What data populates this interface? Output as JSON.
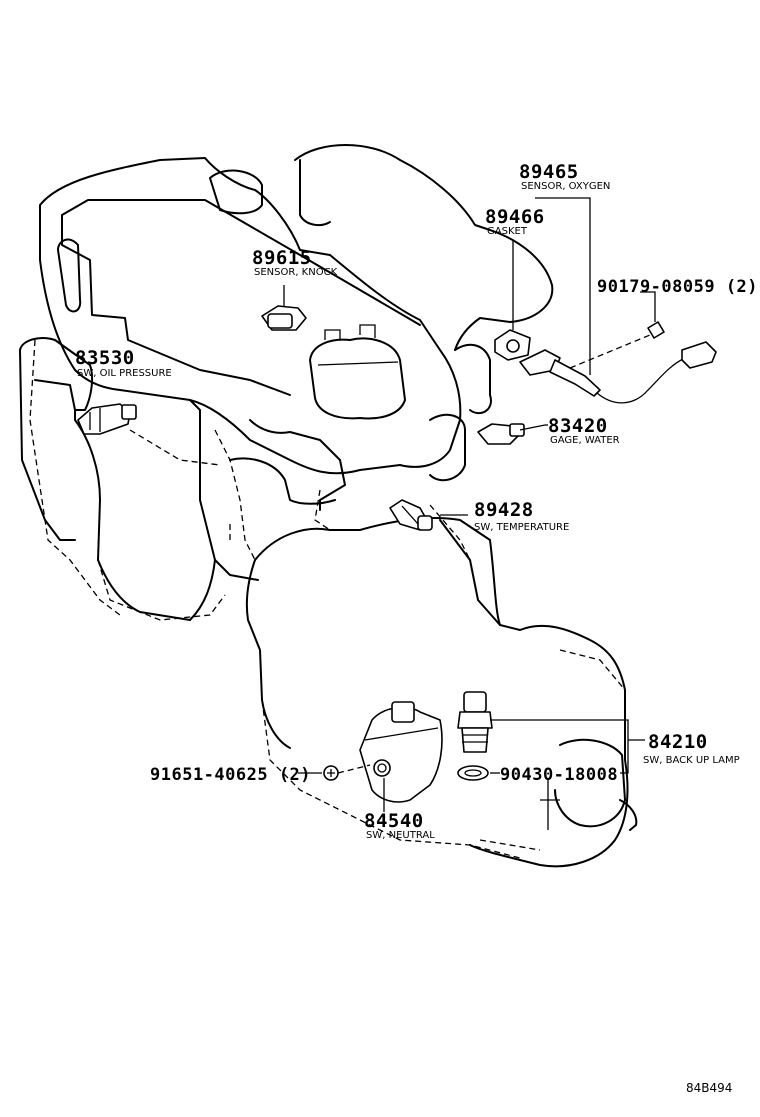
{
  "diagram_code": "84B494",
  "callouts": [
    {
      "id": "c-89465",
      "number": "89465",
      "label": "SENSOR, OXYGEN"
    },
    {
      "id": "c-89466",
      "number": "89466",
      "label": "GASKET"
    },
    {
      "id": "c-90179",
      "number": "90179-08059 (2)",
      "label": ""
    },
    {
      "id": "c-89615",
      "number": "89615",
      "label": "SENSOR, KNOCK"
    },
    {
      "id": "c-83530",
      "number": "83530",
      "label": "SW, OIL PRESSURE"
    },
    {
      "id": "c-83420",
      "number": "83420",
      "label": "GAGE, WATER"
    },
    {
      "id": "c-89428",
      "number": "89428",
      "label": "SW, TEMPERATURE"
    },
    {
      "id": "c-84210",
      "number": "84210",
      "label": "SW, BACK UP LAMP"
    },
    {
      "id": "c-90430",
      "number": "90430-18008",
      "label": ""
    },
    {
      "id": "c-91651",
      "number": "91651-40625 (2)",
      "label": ""
    },
    {
      "id": "c-84540",
      "number": "84540",
      "label": "SW, NEUTRAL"
    }
  ]
}
